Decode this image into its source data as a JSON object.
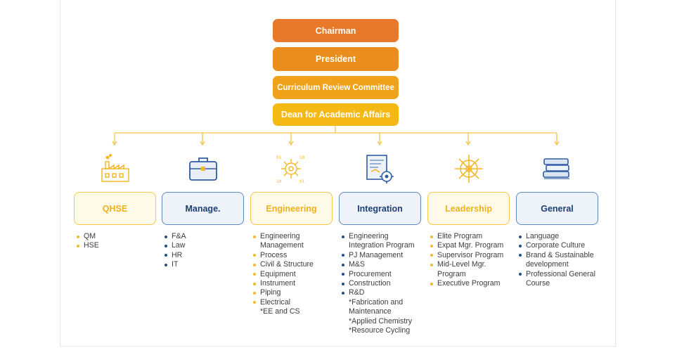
{
  "hierarchy": [
    {
      "label": "Chairman",
      "color": "#e8782a"
    },
    {
      "label": "President",
      "color": "#ec8e1e"
    },
    {
      "label": "Curriculum Review Committee",
      "color": "#f0a21a"
    },
    {
      "label": "Dean for Academic Affairs",
      "color": "#f5b916"
    }
  ],
  "connector_color": "#f2c548",
  "categories": [
    {
      "title": "QHSE",
      "style": "yellow",
      "icon": "factory-icon",
      "items": [
        {
          "text": "QM"
        },
        {
          "text": "HSE"
        }
      ]
    },
    {
      "title": "Manage.",
      "style": "blue",
      "icon": "briefcase-icon",
      "items": [
        {
          "text": "F&A"
        },
        {
          "text": "Law"
        },
        {
          "text": "HR"
        },
        {
          "text": "IT"
        }
      ]
    },
    {
      "title": "Engineering",
      "style": "yellow",
      "icon": "circuit-gear-icon",
      "items": [
        {
          "text": "Engineering Management"
        },
        {
          "text": "Process"
        },
        {
          "text": "Civil & Structure"
        },
        {
          "text": "Equipment"
        },
        {
          "text": "Instrument"
        },
        {
          "text": "Piping"
        },
        {
          "text": "Electrical"
        },
        {
          "text": "*EE and CS",
          "nodot": true
        }
      ]
    },
    {
      "title": "Integration",
      "style": "blue",
      "icon": "blueprint-gear-icon",
      "items": [
        {
          "text": "Engineering Integration Program"
        },
        {
          "text": "PJ Management"
        },
        {
          "text": "M&S"
        },
        {
          "text": "Procurement"
        },
        {
          "text": "Construction"
        },
        {
          "text": "R&D"
        },
        {
          "text": "*Fabrication and Maintenance",
          "nodot": true
        },
        {
          "text": "*Applied Chemistry",
          "nodot": true
        },
        {
          "text": "*Resource Cycling",
          "nodot": true
        }
      ]
    },
    {
      "title": "Leadership",
      "style": "yellow",
      "icon": "ship-wheel-icon",
      "items": [
        {
          "text": "Elite Program"
        },
        {
          "text": "Expat Mgr. Program"
        },
        {
          "text": "Supervisor Program"
        },
        {
          "text": "Mid-Level Mgr. Program"
        },
        {
          "text": "Executive Program"
        }
      ]
    },
    {
      "title": "General",
      "style": "blue",
      "icon": "books-icon",
      "items": [
        {
          "text": "Language"
        },
        {
          "text": "Corporate Culture"
        },
        {
          "text": "Brand & Sustainable development"
        },
        {
          "text": "Professional General Course"
        }
      ]
    }
  ]
}
